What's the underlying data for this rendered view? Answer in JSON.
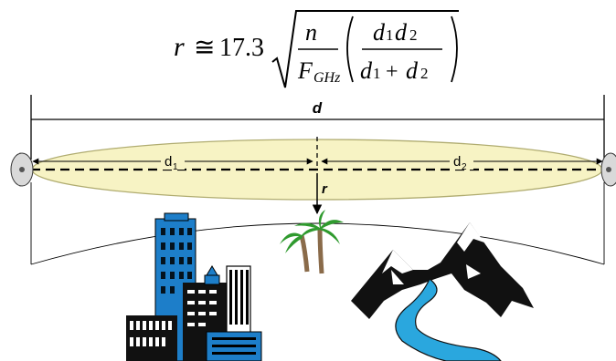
{
  "formula": {
    "lhs": "r",
    "approx": "≅",
    "coefficient": "17.3",
    "n": "n",
    "freq_base": "F",
    "freq_sub": "GHz",
    "num_d1": "d",
    "num_d1_sub": "1",
    "num_d2": "d",
    "num_d2_sub": "2",
    "den_d1": "d",
    "den_d1_sub": "1",
    "plus": "+",
    "den_d2": "d",
    "den_d2_sub": "2"
  },
  "labels": {
    "total_distance": "d",
    "d1_base": "d",
    "d1_sub": "1",
    "d2_base": "d",
    "d2_sub": "2",
    "radius": "r"
  },
  "colors": {
    "ellipse_fill": "#f7f3c4",
    "ellipse_stroke": "#b0ac70",
    "building_blue": "#1d7ec9",
    "mountain": "#111111",
    "river": "#2aa7de",
    "palm_green": "#2f9a2e",
    "palm_trunk": "#8a6b4a"
  },
  "icons": [
    "left-antenna-icon",
    "right-antenna-icon",
    "city-buildings-icon",
    "palm-trees-icon",
    "mountains-icon",
    "river-icon"
  ]
}
